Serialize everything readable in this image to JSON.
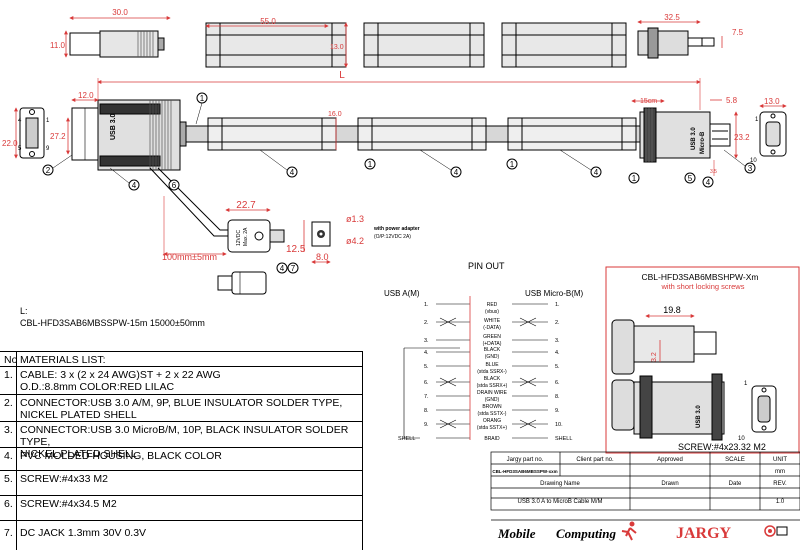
{
  "dims": {
    "d30": "30.0",
    "d11": "11.0",
    "d55": "55.0",
    "d13a": "13.0",
    "d325": "32.5",
    "d75": "7.5",
    "L": "L",
    "d12": "12.0",
    "d16": "16.0",
    "d22": "22.0",
    "d272": "27.2",
    "d15cm": "15cm",
    "d58": "5.8",
    "d13b": "13.0",
    "d232": "23.2",
    "d227": "22.7",
    "d125": "12.5",
    "d100": "100mm±5mm",
    "d13dia": "ø1.3",
    "d42dia": "ø4.2",
    "d80": "8.0",
    "d198": "19.8",
    "d32": "3.2",
    "d35": "3.5",
    "pin4": "4",
    "pin1": "1",
    "pin9": "9",
    "pin5": "5",
    "pin1b": "1",
    "pin10": "10"
  },
  "callouts": [
    "1",
    "1",
    "1",
    "1",
    "2",
    "3",
    "4",
    "4",
    "4",
    "4",
    "4",
    "5",
    "6",
    "4",
    "7"
  ],
  "power_adapter": {
    "line1": "with power adapter",
    "line2": "(O/P:12VDC 2A)"
  },
  "model": {
    "label": "L:",
    "value": "CBL-HFD3SAB6MBSSPW-15m 15000±50mm"
  },
  "pinout": {
    "title": "PIN OUT",
    "left_title": "USB A(M)",
    "right_title": "USB Micro-B(M)",
    "left_pins": [
      "1.",
      "2.",
      "3.",
      "4.",
      "5.",
      "6.",
      "7.",
      "8.",
      "9.",
      "SHELL"
    ],
    "right_pins": [
      "1.",
      "2.",
      "3.",
      "4.",
      "5.",
      "6.",
      "8.",
      "9.",
      "10.",
      "SHELL"
    ],
    "wires": [
      "RED",
      "(vbus)",
      "WHITE",
      "(-DATA)",
      "GREEN",
      "(+DATA)",
      "BLACK",
      "(GND)",
      "BLUE",
      "(stda SSRX-)",
      "BLACK",
      "(stda SSRX+)",
      "DRAIN WIRE",
      "(GND)",
      "BROWN",
      "(stda SSTX-)",
      "ORANG",
      "(stda SSTX+)",
      "BRAID"
    ]
  },
  "variant": {
    "title": "CBL-HFD3SAB6MBSHPW-Xm",
    "subtitle": "with short locking screws",
    "screw": "SCREW:#4x23.32 M2"
  },
  "materials": {
    "header_no": "No",
    "header_desc": "MATERIALS LIST:",
    "rows": [
      {
        "no": "1.",
        "lines": [
          "CABLE: 3 x (2 x 24 AWG)ST + 2 x 22 AWG",
          "O.D.:8.8mm COLOR:RED LILAC"
        ]
      },
      {
        "no": "2.",
        "lines": [
          "CONNECTOR:USB 3.0 A/M, 9P, BLUE INSULATOR SOLDER TYPE,",
          "NICKEL PLATED SHELL"
        ]
      },
      {
        "no": "3.",
        "lines": [
          "CONNECTOR:USB 3.0 MicroB/M, 10P, BLACK INSULATOR SOLDER TYPE,",
          "NICKEL PLATED SHELL"
        ]
      },
      {
        "no": "4.",
        "lines": [
          "PVC MOLDED HOUSING, BLACK COLOR"
        ]
      },
      {
        "no": "5.",
        "lines": [
          "SCREW:#4x33 M2"
        ]
      },
      {
        "no": "6.",
        "lines": [
          "SCREW:#4x34.5 M2"
        ]
      },
      {
        "no": "7.",
        "lines": [
          "DC JACK 1.3mm 30V 0.3V"
        ]
      }
    ]
  },
  "title_block": {
    "jargy_part": "Jargy part no.",
    "client_part": "Client part no.",
    "approved": "Approved",
    "scale": "SCALE",
    "unit": "UNIT",
    "part_no": "CBL-HFD3SAB6MBSSPW-xxm",
    "drawing_name": "Drawing Name",
    "drawn": "Drawn",
    "date": "Date",
    "rev": "REV.",
    "unit_value": "mm",
    "name_value": "USB 3.0 A to MicroB Cable M/M",
    "rev_value": "1.0",
    "brand1a": "Mobile",
    "brand1b": "Computing",
    "brand2": "JARGY"
  },
  "adapter_label": [
    "12VDC",
    "Max. 2A"
  ]
}
